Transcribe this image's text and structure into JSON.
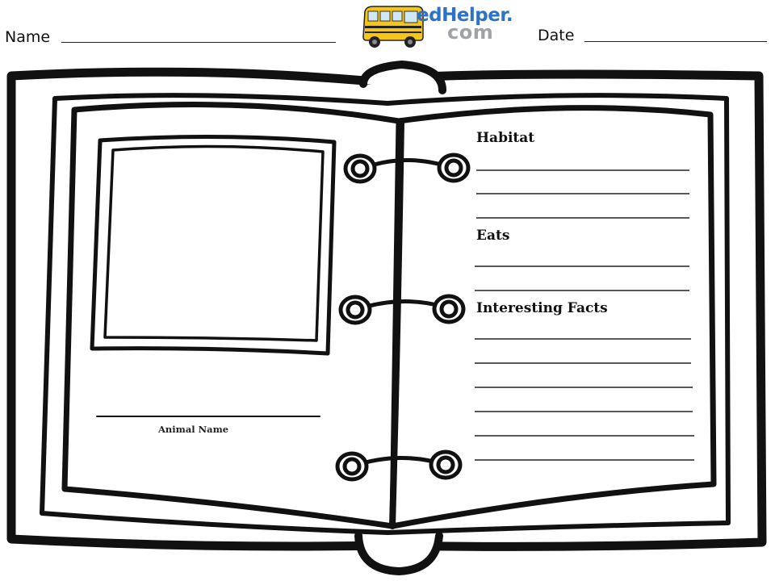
{
  "header": {
    "name_label": "Name",
    "date_label": "Date"
  },
  "logo": {
    "brand": "edHelper.",
    "suffix": "com"
  },
  "left_page": {
    "animal_name_label": "Animal Name"
  },
  "right_page": {
    "habitat_title": "Habitat",
    "eats_title": "Eats",
    "facts_title": "Interesting Facts"
  },
  "colors": {
    "logo_blue": "#2b73c9",
    "logo_gray": "#9fa3a8",
    "bus_yellow": "#f5c518",
    "ink": "#111111"
  }
}
